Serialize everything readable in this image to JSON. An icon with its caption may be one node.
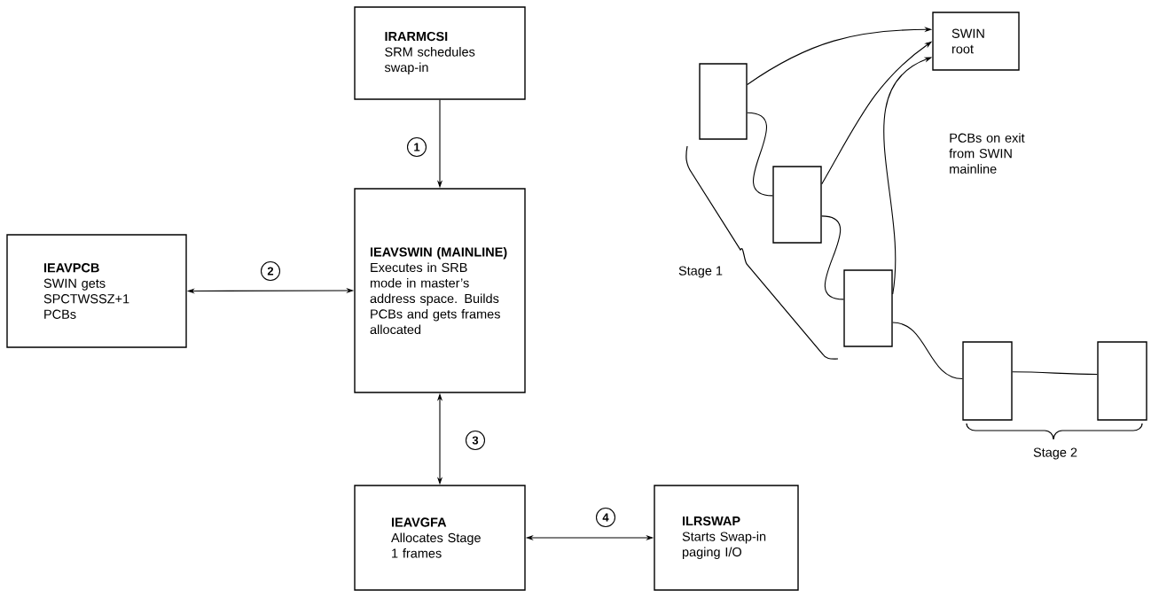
{
  "diagram": {
    "nodes": [
      {
        "text": [
          "IRARMCSI",
          "SRM schedules swap-in"
        ]
      },
      {
        "text": [
          "IEAVSWIN (MAINLINE)",
          "Executes in SRB mode in master’s address space. Builds PCBs and gets frames allocated"
        ]
      },
      {
        "text": [
          "IEAVPCB",
          "SWIN gets SPCTWSSZ+1 PCBs"
        ]
      },
      {
        "text": [
          "IEAVGFA",
          "Allocates Stage 1 frames"
        ]
      },
      {
        "text": [
          "ILRSWAP",
          "Starts Swap-in paging I/O"
        ]
      },
      {
        "text": [
          "SWIN root"
        ]
      },
      {
        "text": [],
        "shape": "box"
      },
      {
        "text": [],
        "shape": "box"
      },
      {
        "text": [],
        "shape": "box"
      },
      {
        "text": [],
        "shape": "box"
      },
      {
        "text": [],
        "shape": "box"
      }
    ],
    "edges": [
      {
        "from": 0,
        "to": 1,
        "arrow": "to",
        "label": "1"
      },
      {
        "from": 2,
        "to": 1,
        "arrow": "both",
        "label": "2"
      },
      {
        "from": 1,
        "to": 3,
        "arrow": "both",
        "label": "3"
      },
      {
        "from": 3,
        "to": 4,
        "arrow": "both",
        "label": "4"
      },
      {
        "from": 6,
        "to": 5,
        "arrow": "to"
      },
      {
        "from": 7,
        "to": 5,
        "arrow": "to"
      },
      {
        "from": 8,
        "to": 5,
        "arrow": "to"
      },
      {
        "from": 6,
        "to": 7,
        "arrow": "none"
      },
      {
        "from": 7,
        "to": 8,
        "arrow": "none"
      },
      {
        "from": 8,
        "to": 9,
        "arrow": "none"
      },
      {
        "from": 9,
        "to": 10,
        "arrow": "none"
      }
    ],
    "labels": [
      "PCBs on exit from SWIN mainline",
      "Stage 1",
      "Stage 2"
    ]
  }
}
